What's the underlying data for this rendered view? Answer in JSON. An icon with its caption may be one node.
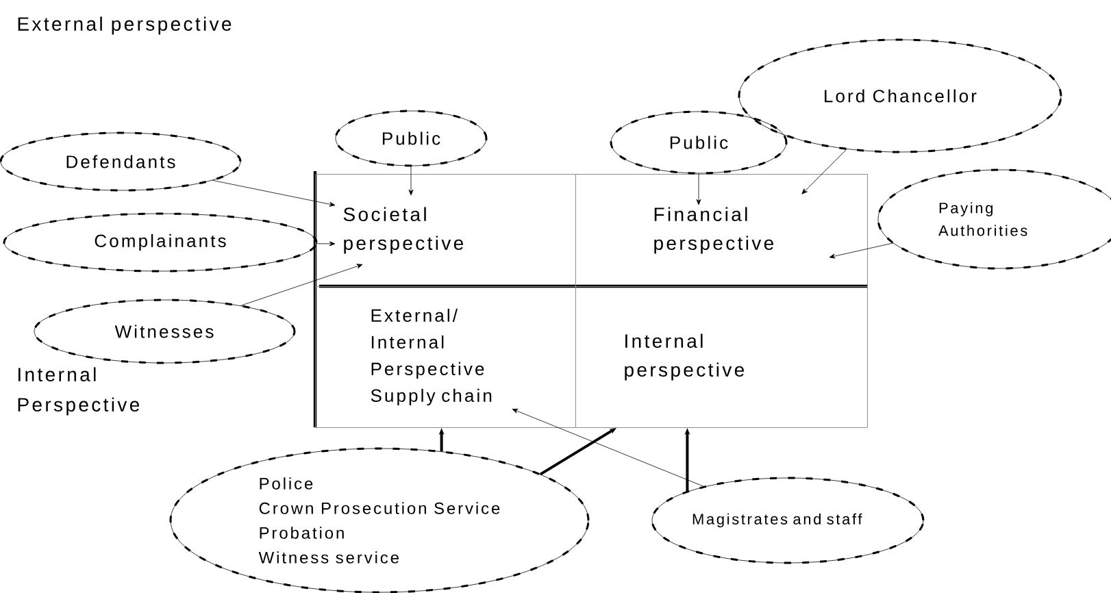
{
  "diagram": {
    "nodes": [
      {
        "text": [
          "Societal perspective"
        ]
      },
      {
        "text": [
          "Financial perspective"
        ]
      },
      {
        "text": [
          "External/ Internal Perspective Supply chain"
        ]
      },
      {
        "text": [
          "Internal perspective"
        ]
      },
      {
        "text": [
          "Public"
        ]
      },
      {
        "text": [
          "Defendants"
        ]
      },
      {
        "text": [
          "Complainants"
        ]
      },
      {
        "text": [
          "Witnesses"
        ]
      },
      {
        "text": [
          "Public"
        ]
      },
      {
        "text": [
          "Lord Chancellor"
        ]
      },
      {
        "text": [
          "Paying Authorities"
        ]
      },
      {
        "text": [
          "Police",
          "Crown Prosecution Service",
          "Probation",
          "Witness service"
        ]
      },
      {
        "text": [
          "Magistrates and staff"
        ]
      }
    ],
    "edges": [
      {
        "from": 5,
        "to": 0,
        "arrow": "to"
      },
      {
        "from": 4,
        "to": 0,
        "arrow": "to"
      },
      {
        "from": 6,
        "to": 0,
        "arrow": "to"
      },
      {
        "from": 7,
        "to": 0,
        "arrow": "to"
      },
      {
        "from": 8,
        "to": 1,
        "arrow": "to"
      },
      {
        "from": 9,
        "to": 1,
        "arrow": "to"
      },
      {
        "from": 10,
        "to": 1,
        "arrow": "to"
      },
      {
        "from": 11,
        "to": 2,
        "arrow": "to",
        "style": "thick"
      },
      {
        "from": 11,
        "to": 3,
        "arrow": "to",
        "style": "thick"
      },
      {
        "from": 12,
        "to": 2,
        "arrow": "to"
      },
      {
        "from": 12,
        "to": 3,
        "arrow": "to",
        "style": "thick"
      }
    ],
    "labels": [
      "External perspective",
      "Internal Perspective"
    ]
  }
}
